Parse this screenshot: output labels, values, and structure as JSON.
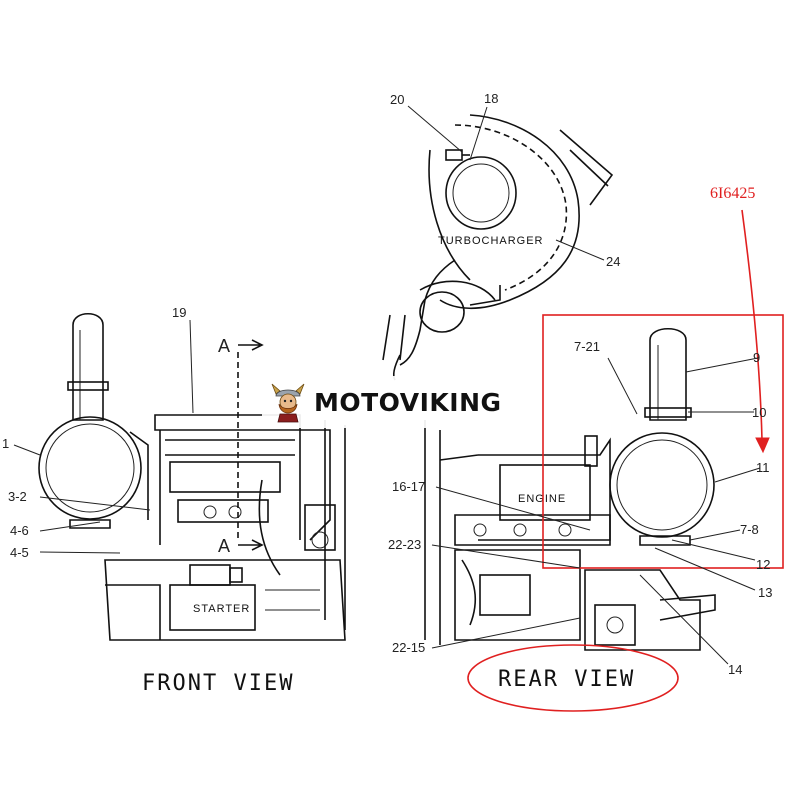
{
  "callouts": {
    "c20": "20",
    "c18": "18",
    "c24": "24",
    "c19": "19",
    "c1": "1",
    "c3_2": "3-2",
    "c4_6": "4-6",
    "c4_5": "4-5",
    "c16_17": "16-17",
    "c22_23": "22-23",
    "c22_15": "22-15",
    "c7_21": "7-21",
    "c9": "9",
    "c10": "10",
    "c11": "11",
    "c7_8": "7-8",
    "c12": "12",
    "c13": "13",
    "c14": "14"
  },
  "section_markers": {
    "top": "A",
    "bottom": "A"
  },
  "part_labels": {
    "turbocharger": "TURBOCHARGER",
    "engine": "ENGINE",
    "starter": "STARTER"
  },
  "views": {
    "front": "FRONT VIEW",
    "rear": "REAR VIEW"
  },
  "highlight": {
    "part_number": "6I6425",
    "color": "#e02020"
  },
  "watermark": {
    "text": "MOTOVIKING",
    "icon": "viking-mascot-icon"
  }
}
